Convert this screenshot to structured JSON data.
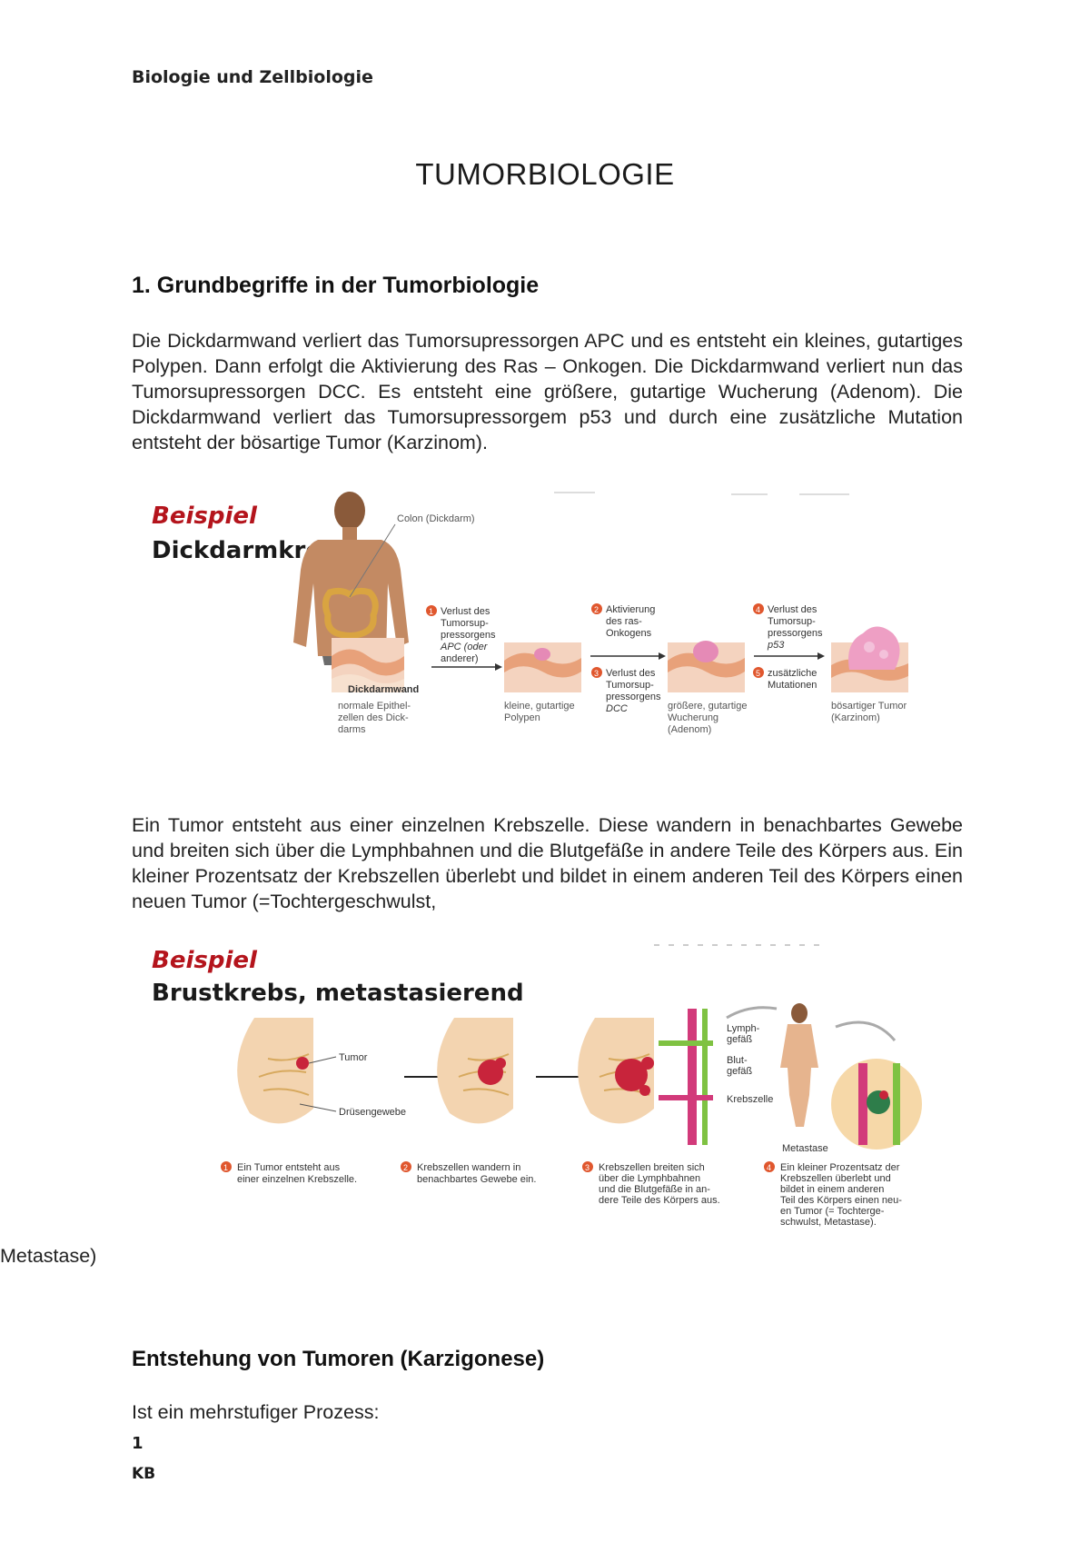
{
  "header": "Biologie und Zellbiologie",
  "title": "TUMORBIOLOGIE",
  "section1_heading": "1.  Grundbegriffe in der Tumorbiologie",
  "paragraph1": "Die Dickdarmwand verliert das Tumorsupressorgen APC und es entsteht ein kleines, gutartiges Polypen.  Dann erfolgt die Aktivierung des Ras – Onkogen. Die Dickdarmwand verliert nun das Tumorsupressorgen DCC. Es entsteht eine größere, gutartige Wucherung (Adenom). Die Dickdarmwand verliert das Tumorsupressorgem p53 und durch eine zusätzliche Mutation entsteht der bösartige Tumor (Karzinom).",
  "figure1": {
    "title_red": "Beispiel",
    "title_black": "Dickdarmkrebs",
    "colon_label": "Colon (Dickdarm)",
    "wall_label": "Dickdarmwand",
    "step1": [
      "Verlust des",
      "Tumorsup-",
      "pressorgens",
      "APC (oder",
      "anderer)"
    ],
    "step2": [
      "Aktivierung",
      "des ras-",
      "Onkogens"
    ],
    "step3": [
      "Verlust des",
      "Tumorsup-",
      "pressorgens",
      "DCC"
    ],
    "step4": [
      "Verlust des",
      "Tumorsup-",
      "pressorgens",
      "p53"
    ],
    "step5": [
      "zusätzliche",
      "Mutationen"
    ],
    "num1": "1",
    "num2": "2",
    "num3": "3",
    "num4": "4",
    "num5": "5",
    "stage0": [
      "normale Epithel-",
      "zellen des Dick-",
      "darms"
    ],
    "stage1": [
      "kleine, gutartige",
      "Polypen"
    ],
    "stage2": [
      "größere, gutartige",
      "Wucherung",
      "(Adenom)"
    ],
    "stage3": [
      "bösartiger Tumor",
      "(Karzinom)"
    ]
  },
  "paragraph2": "Ein Tumor entsteht aus einer einzelnen Krebszelle. Diese wandern in benachbartes Gewebe und breiten sich über die Lymphbahnen und die Blutgefäße in andere Teile des Körpers aus. Ein kleiner Prozentsatz der Krebszellen überlebt und bildet in einem anderen Teil des Körpers einen neuen Tumor (=Tochtergeschwulst,",
  "figure2": {
    "title_red": "Beispiel",
    "title_black": "Brustkrebs, metastasierend",
    "tumor_label": "Tumor",
    "gland_label": "Drüsengewebe",
    "lymph_label": [
      "Lymph-",
      "gefäß"
    ],
    "blood_label": [
      "Blut-",
      "gefäß"
    ],
    "cancer_cell_label": "Krebszelle",
    "metastasis_label": "Metastase",
    "num1": "1",
    "num2": "2",
    "num3": "3",
    "num4": "4",
    "cap1": [
      "Ein Tumor entsteht aus",
      "einer einzelnen Krebszelle."
    ],
    "cap2": [
      "Krebszellen wandern in",
      "benachbartes Gewebe ein."
    ],
    "cap3": [
      "Krebszellen breiten sich",
      "über die Lymphbahnen",
      "und die Blutgefäße in an-",
      "dere Teile des Körpers aus."
    ],
    "cap4": [
      "Ein kleiner Prozentsatz der",
      "Krebszellen überlebt und",
      "bildet in einem anderen",
      "Teil des Körpers einen neu-",
      "en Tumor (= Tochterge-",
      "schwulst, Metastase)."
    ]
  },
  "paragraph3": "Metastase)",
  "section2_heading": "Entstehung von Tumoren (Karzigonese)",
  "paragraph4": "Ist ein mehrstufiger Prozess:",
  "page_number": "1",
  "footer_initials": "KB"
}
